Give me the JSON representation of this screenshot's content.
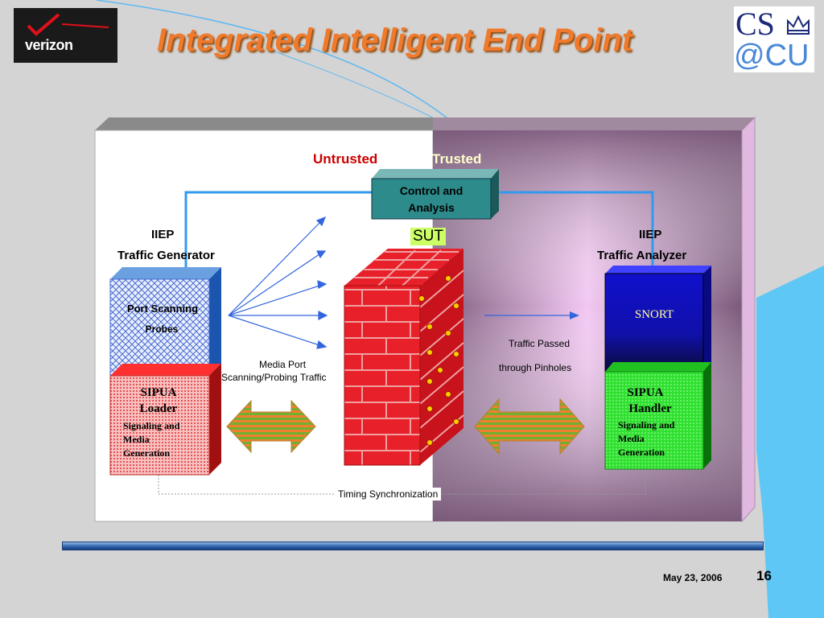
{
  "slide": {
    "title": "Integrated Intelligent End Point",
    "logo_left_text": "verizon",
    "logo_right_text_top": "CS",
    "logo_right_text_bottom": "@CU",
    "date": "May 23, 2006",
    "page_number": "16"
  },
  "diagram": {
    "zone_untrusted": "Untrusted",
    "zone_trusted": "Trusted",
    "control": "Control and Analysis",
    "control_line1": "Control and",
    "control_line2": "Analysis",
    "sut": "SUT",
    "left_heading_1": "IIEP",
    "left_heading_2": "Traffic Generator",
    "right_heading_1": "IIEP",
    "right_heading_2": "Traffic Analyzer",
    "port_scanning_1": "Port Scanning",
    "port_scanning_2": "Probes",
    "sipua_loader_1": "SIPUA",
    "sipua_loader_2": "Loader",
    "sipua_loader_sub_1": "Signaling and",
    "sipua_loader_sub_2": "Media",
    "sipua_loader_sub_3": "Generation",
    "snort": "SNORT",
    "sipua_handler_1": "SIPUA",
    "sipua_handler_2": "Handler",
    "sipua_handler_sub_1": "Signaling and",
    "sipua_handler_sub_2": "Media",
    "sipua_handler_sub_3": "Generation",
    "media_port_1": "Media Port",
    "media_port_2": "Scanning/Probing Traffic",
    "traffic_passed_1": "Traffic Passed",
    "traffic_passed_2": "through Pinholes",
    "timing": "Timing Synchronization"
  },
  "colors": {
    "title": "#f07a2c",
    "untrusted": "#cc0000",
    "trusted": "#ffffcc",
    "firewall": "#e8202a",
    "sut_bg": "#ccff66",
    "control_box": "#2e8b8b",
    "connector": "#3399ee"
  }
}
